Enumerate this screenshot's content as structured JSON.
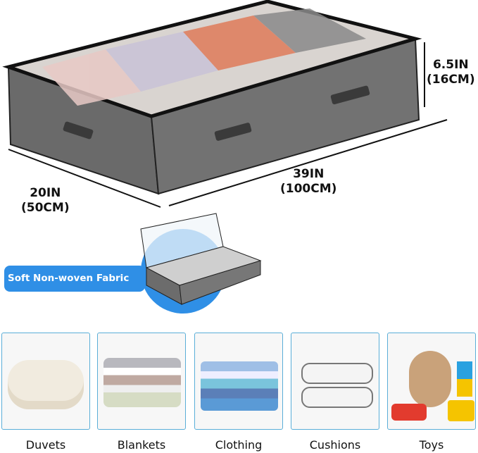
{
  "dimensions": {
    "height": {
      "in": "6.5IN",
      "cm": "(16CM)"
    },
    "length": {
      "in": "39IN",
      "cm": "(100CM)"
    },
    "width": {
      "in": "20IN",
      "cm": "(50CM)"
    }
  },
  "feature_label": "Soft Non-woven Fabric",
  "colors": {
    "accent": "#2f8fe6",
    "box_gray": "#6b6b6b",
    "card_border": "#5aaed8"
  },
  "uses": [
    {
      "label": "Duvets"
    },
    {
      "label": "Blankets"
    },
    {
      "label": "Clothing"
    },
    {
      "label": "Cushions"
    },
    {
      "label": "Toys"
    }
  ]
}
